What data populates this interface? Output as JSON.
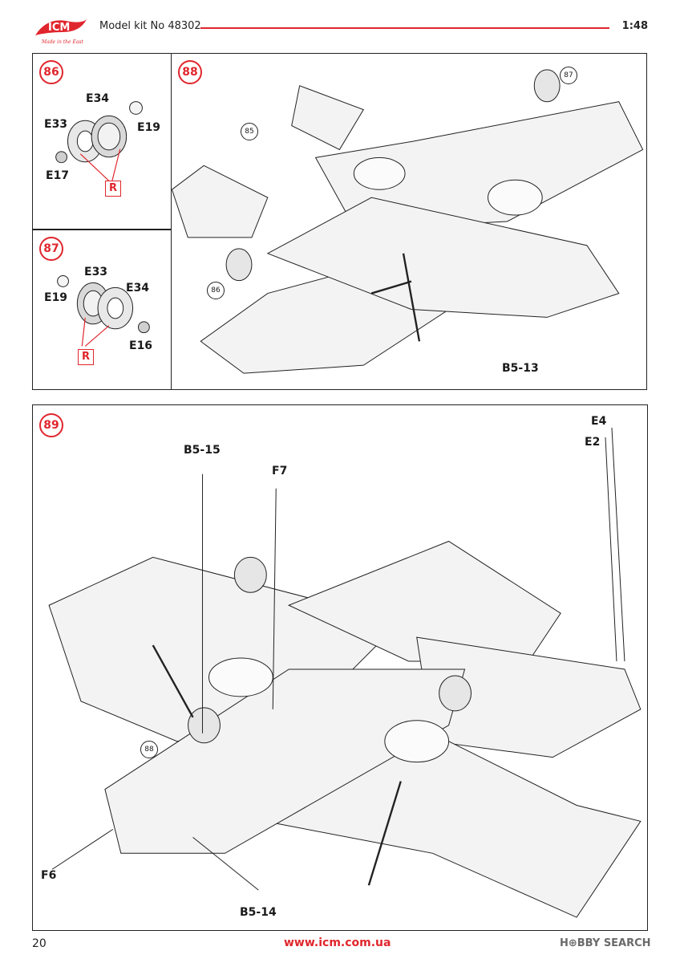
{
  "header": {
    "kit": "Model kit No 48302",
    "scale": "1:48",
    "logo_text": "ICM",
    "logo_tagline": "Made in the East"
  },
  "steps": {
    "s86": {
      "num": "86",
      "labels": {
        "e34": "E34",
        "e33": "E33",
        "e19": "E19",
        "e17": "E17",
        "r": "R"
      }
    },
    "s87": {
      "num": "87",
      "labels": {
        "e33": "E33",
        "e34": "E34",
        "e19": "E19",
        "e16": "E16",
        "r": "R"
      }
    },
    "s88": {
      "num": "88",
      "refs": {
        "r85": "85",
        "r86": "86",
        "r87": "87"
      },
      "labels": {
        "b5_13": "B5-13"
      }
    },
    "s89": {
      "num": "89",
      "refs": {
        "r88": "88"
      },
      "labels": {
        "e4": "E4",
        "e2": "E2",
        "b5_15": "B5-15",
        "f7": "F7",
        "f6": "F6",
        "b5_14": "B5-14"
      }
    }
  },
  "footer": {
    "page": "20",
    "url": "www.icm.com.ua",
    "watermark": "H⊕BBY SEARCH"
  },
  "colors": {
    "accent": "#e0262d",
    "line": "#222222"
  }
}
